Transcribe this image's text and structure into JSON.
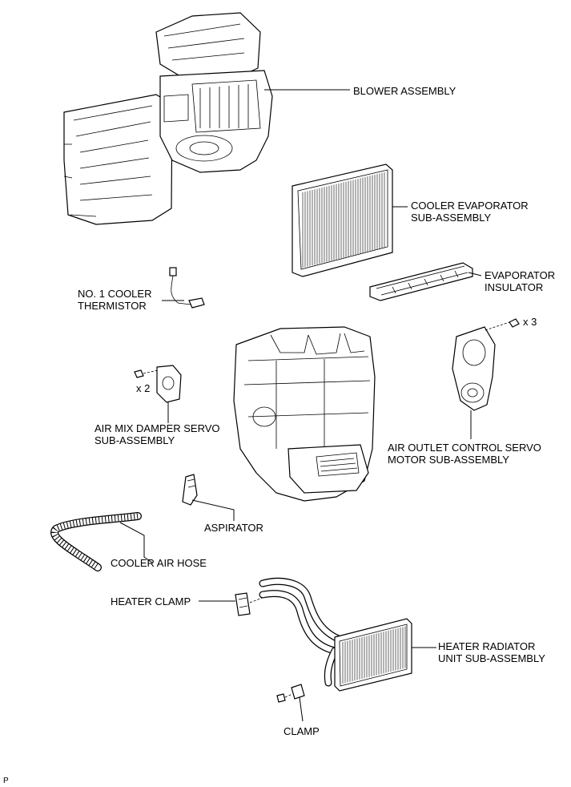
{
  "labels": {
    "blower": "BLOWER ASSEMBLY",
    "evaporator_line1": "COOLER EVAPORATOR",
    "evaporator_line2": "SUB-ASSEMBLY",
    "insulator_line1": "EVAPORATOR",
    "insulator_line2": "INSULATOR",
    "thermistor_line1": "NO. 1 COOLER",
    "thermistor_line2": "THERMISTOR",
    "qty_x3": "x 3",
    "qty_x2": "x 2",
    "airmix_line1": "AIR MIX DAMPER SERVO",
    "airmix_line2": "SUB-ASSEMBLY",
    "outlet_line1": "AIR OUTLET CONTROL SERVO",
    "outlet_line2": "MOTOR SUB-ASSEMBLY",
    "aspirator": "ASPIRATOR",
    "air_hose": "COOLER AIR HOSE",
    "heater_clamp": "HEATER CLAMP",
    "radiator_line1": "HEATER RADIATOR",
    "radiator_line2": "UNIT SUB-ASSEMBLY",
    "clamp": "CLAMP",
    "page_mark": "P"
  }
}
